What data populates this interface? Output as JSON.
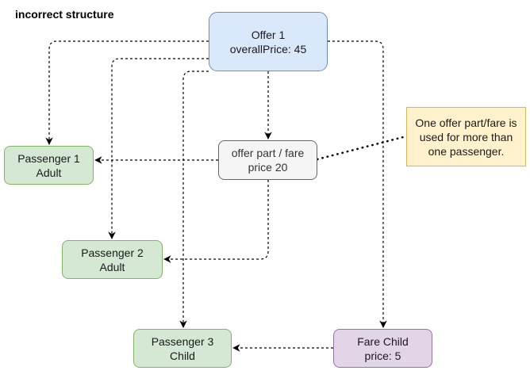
{
  "title": "incorrect structure",
  "nodes": {
    "offer": {
      "line1": "Offer 1",
      "line2": "overallPrice: 45"
    },
    "offer_part": {
      "line1": "offer part / fare",
      "line2": "price 20"
    },
    "passenger1": {
      "line1": "Passenger 1",
      "line2": "Adult"
    },
    "passenger2": {
      "line1": "Passenger 2",
      "line2": "Adult"
    },
    "passenger3": {
      "line1": "Passenger 3",
      "line2": "Child"
    },
    "fare_child": {
      "line1": "Fare Child",
      "line2": "price: 5"
    }
  },
  "note": {
    "line1": "One offer part/fare is",
    "line2": "used for more than",
    "line3": "one passenger."
  },
  "colors": {
    "offer_fill": "#dae8fc",
    "offer_stroke": "#6c8ebf",
    "passenger_fill": "#d5e8d4",
    "passenger_stroke": "#82b366",
    "fare_fill": "#e1d5e7",
    "fare_stroke": "#9673a6",
    "part_fill": "#f5f5f5",
    "part_stroke": "#666666",
    "note_fill": "#fff2cc",
    "note_stroke": "#d6b656"
  }
}
